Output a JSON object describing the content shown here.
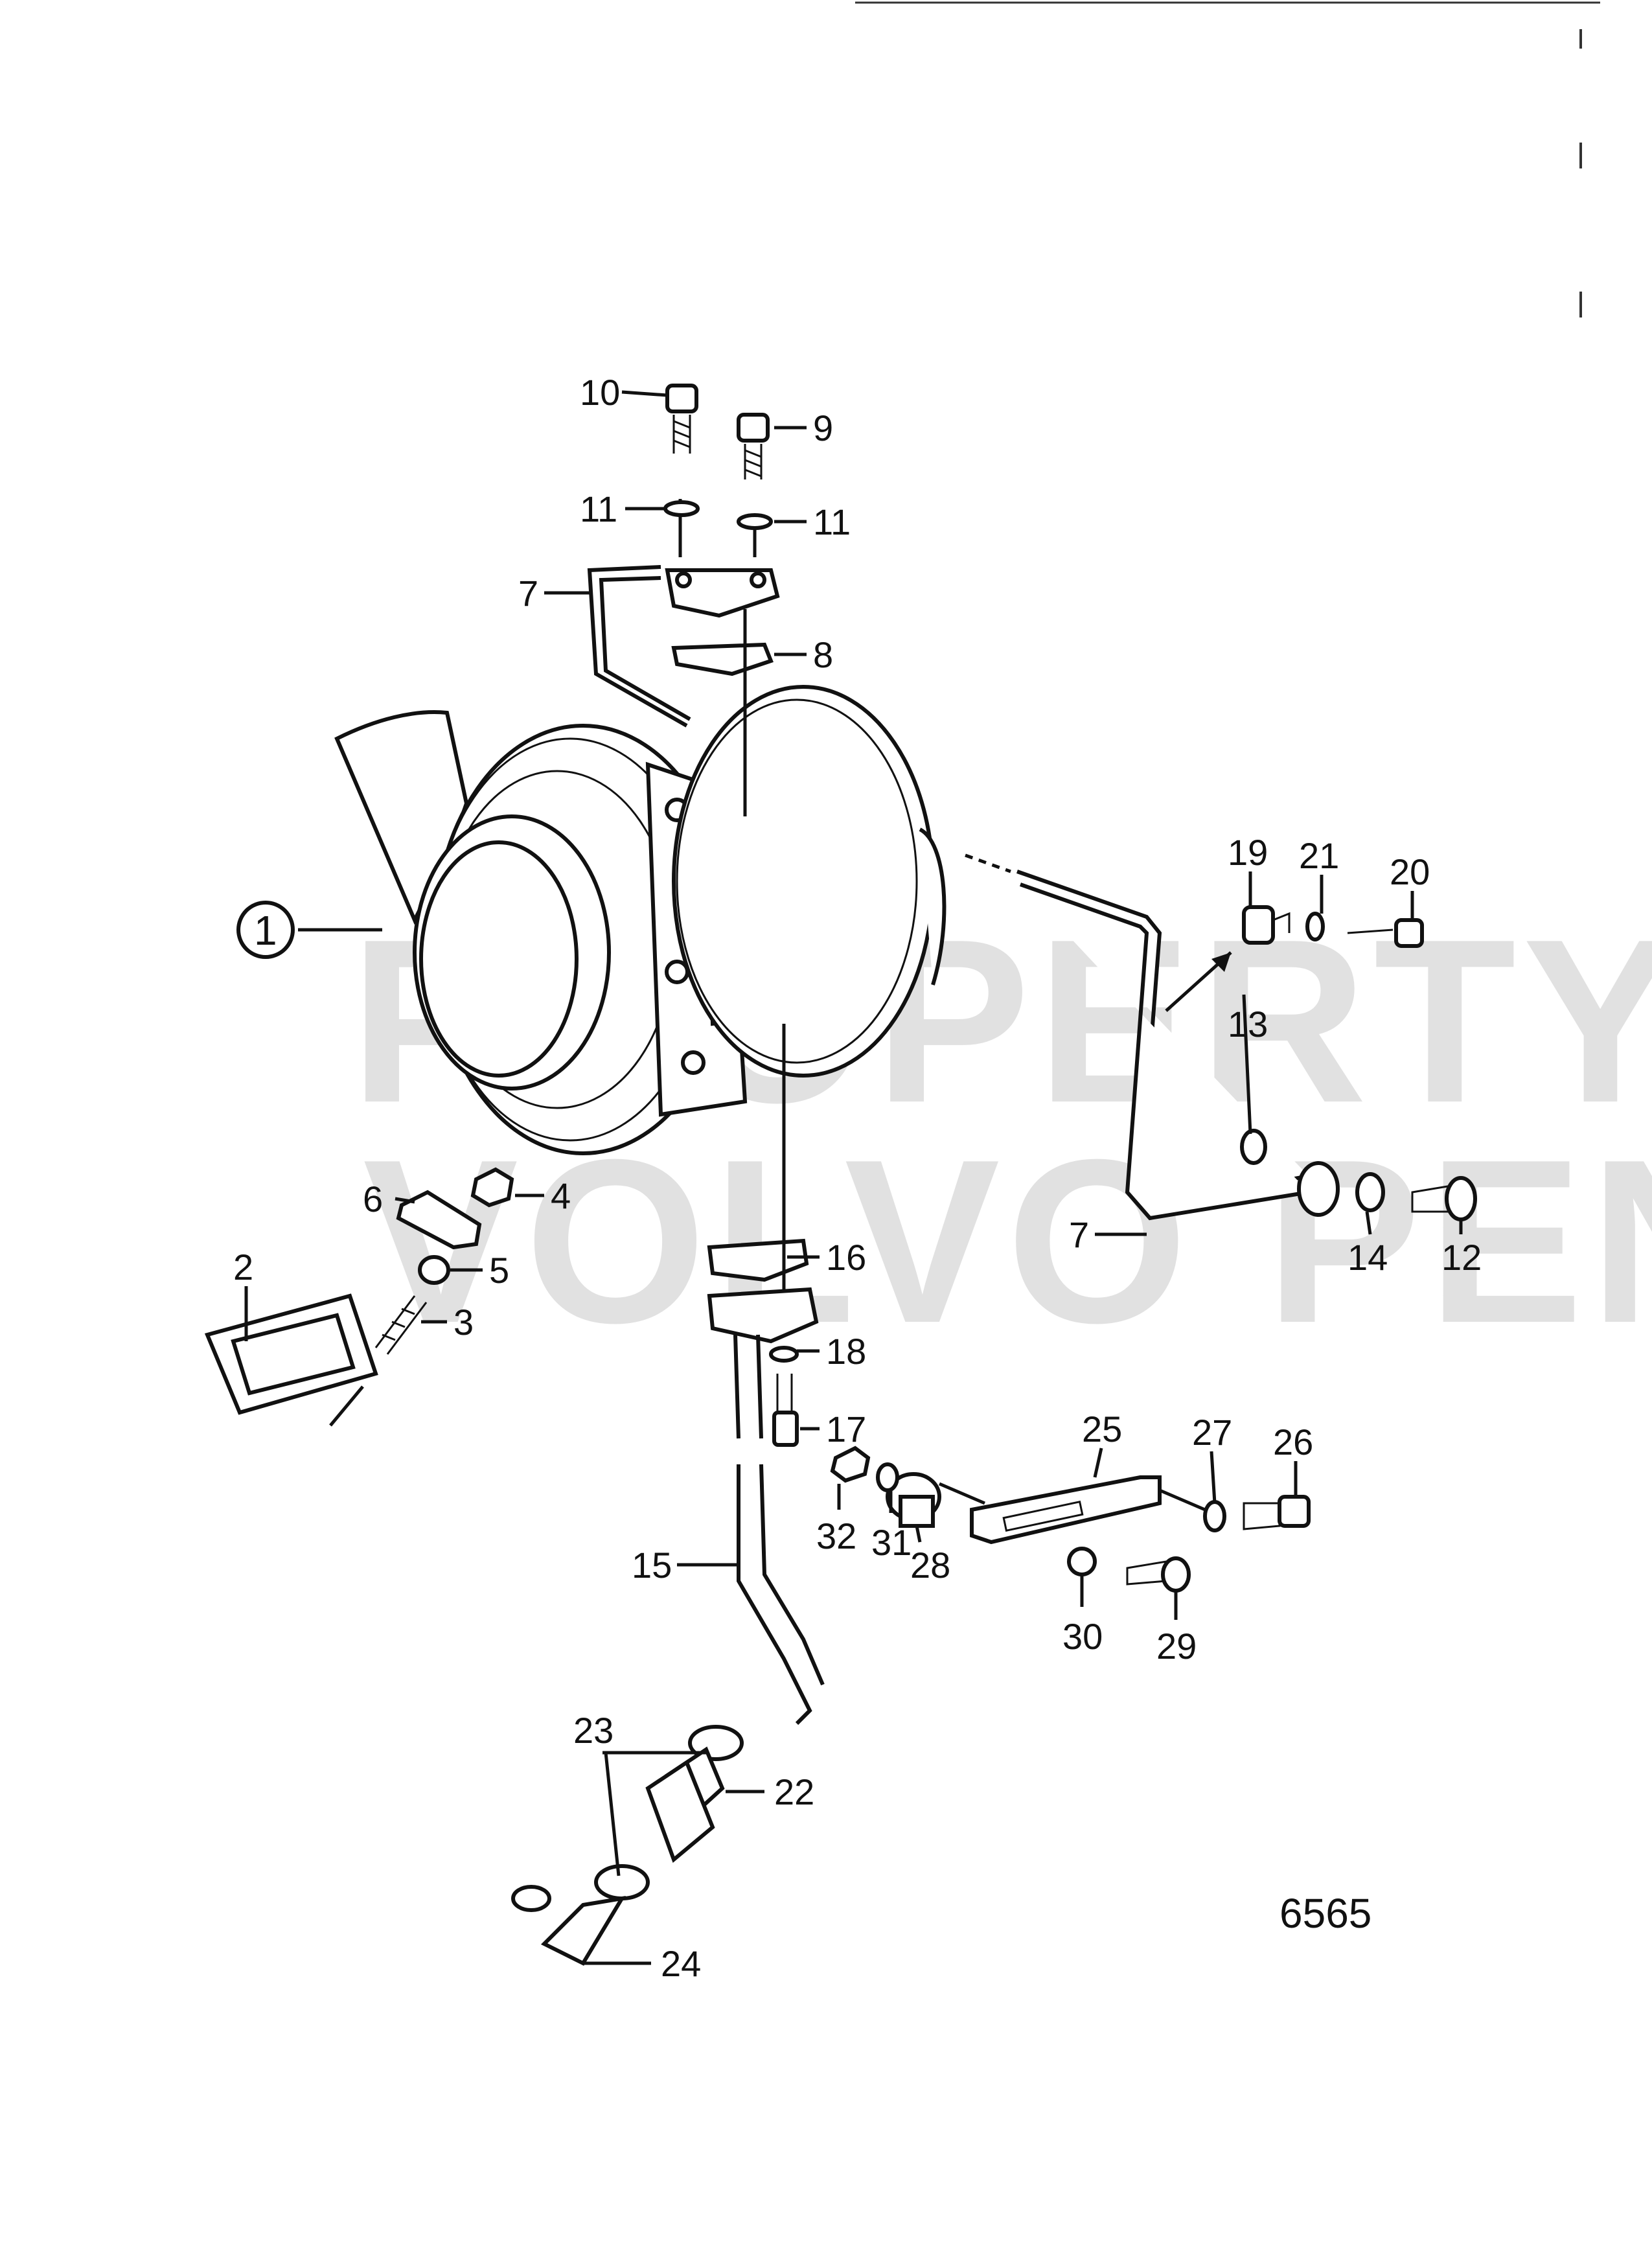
{
  "watermark": {
    "line1": "PROPERTY OF",
    "line2": "VOLVO PENTA"
  },
  "drawing_number": "6565",
  "labels": {
    "p1": "1",
    "p2": "2",
    "p3": "3",
    "p4": "4",
    "p5": "5",
    "p6": "6",
    "p7a": "7",
    "p7b": "7",
    "p8": "8",
    "p9": "9",
    "p10": "10",
    "p11a": "11",
    "p11b": "11",
    "p12": "12",
    "p13": "13",
    "p14": "14",
    "p15": "15",
    "p16": "16",
    "p17": "17",
    "p18": "18",
    "p19": "19",
    "p20": "20",
    "p21": "21",
    "p22": "22",
    "p23": "23",
    "p24": "24",
    "p25": "25",
    "p26": "26",
    "p27": "27",
    "p28": "28",
    "p29": "29",
    "p30": "30",
    "p31": "31",
    "p32": "32"
  }
}
